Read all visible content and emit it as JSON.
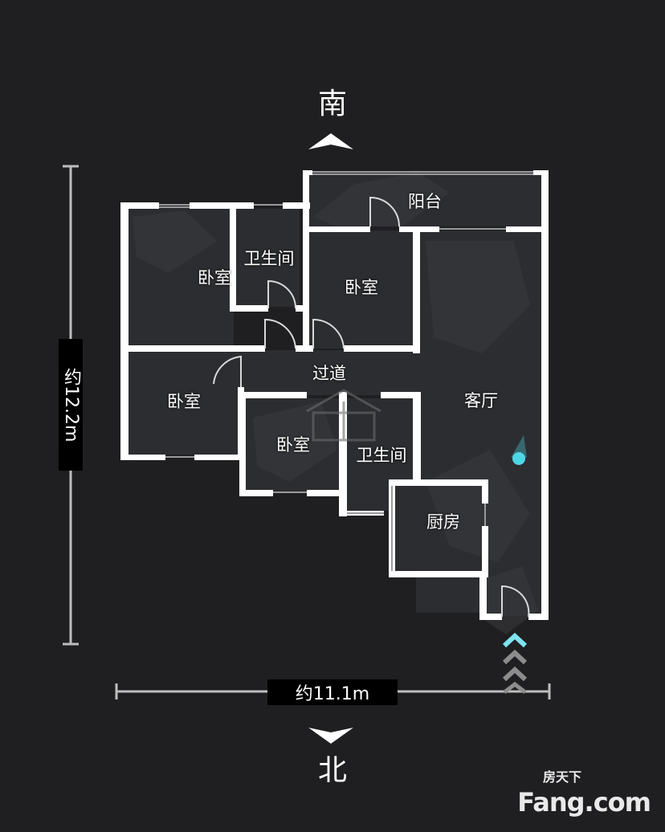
{
  "compass": {
    "south": "南",
    "north": "北"
  },
  "dimensions": {
    "height": "约12.2m",
    "width": "约11.1m"
  },
  "rooms": {
    "balcony": "阳台",
    "bathroom_1": "卫生间",
    "bedroom_1": "卧室",
    "bedroom_2": "卧室",
    "bedroom_3": "卧室",
    "bedroom_4": "卧室",
    "corridor": "过道",
    "living_room": "客厅",
    "bathroom_2": "卫生间",
    "kitchen": "厨房"
  },
  "watermark": {
    "brand_top": "房天下",
    "brand_main": "Fang.com"
  },
  "colors": {
    "background": "#1f1f21",
    "wall": "#ffffff",
    "floor": "#2c2d30",
    "marker": "#4fd6e6",
    "dim_line": "#bdbdbd"
  }
}
